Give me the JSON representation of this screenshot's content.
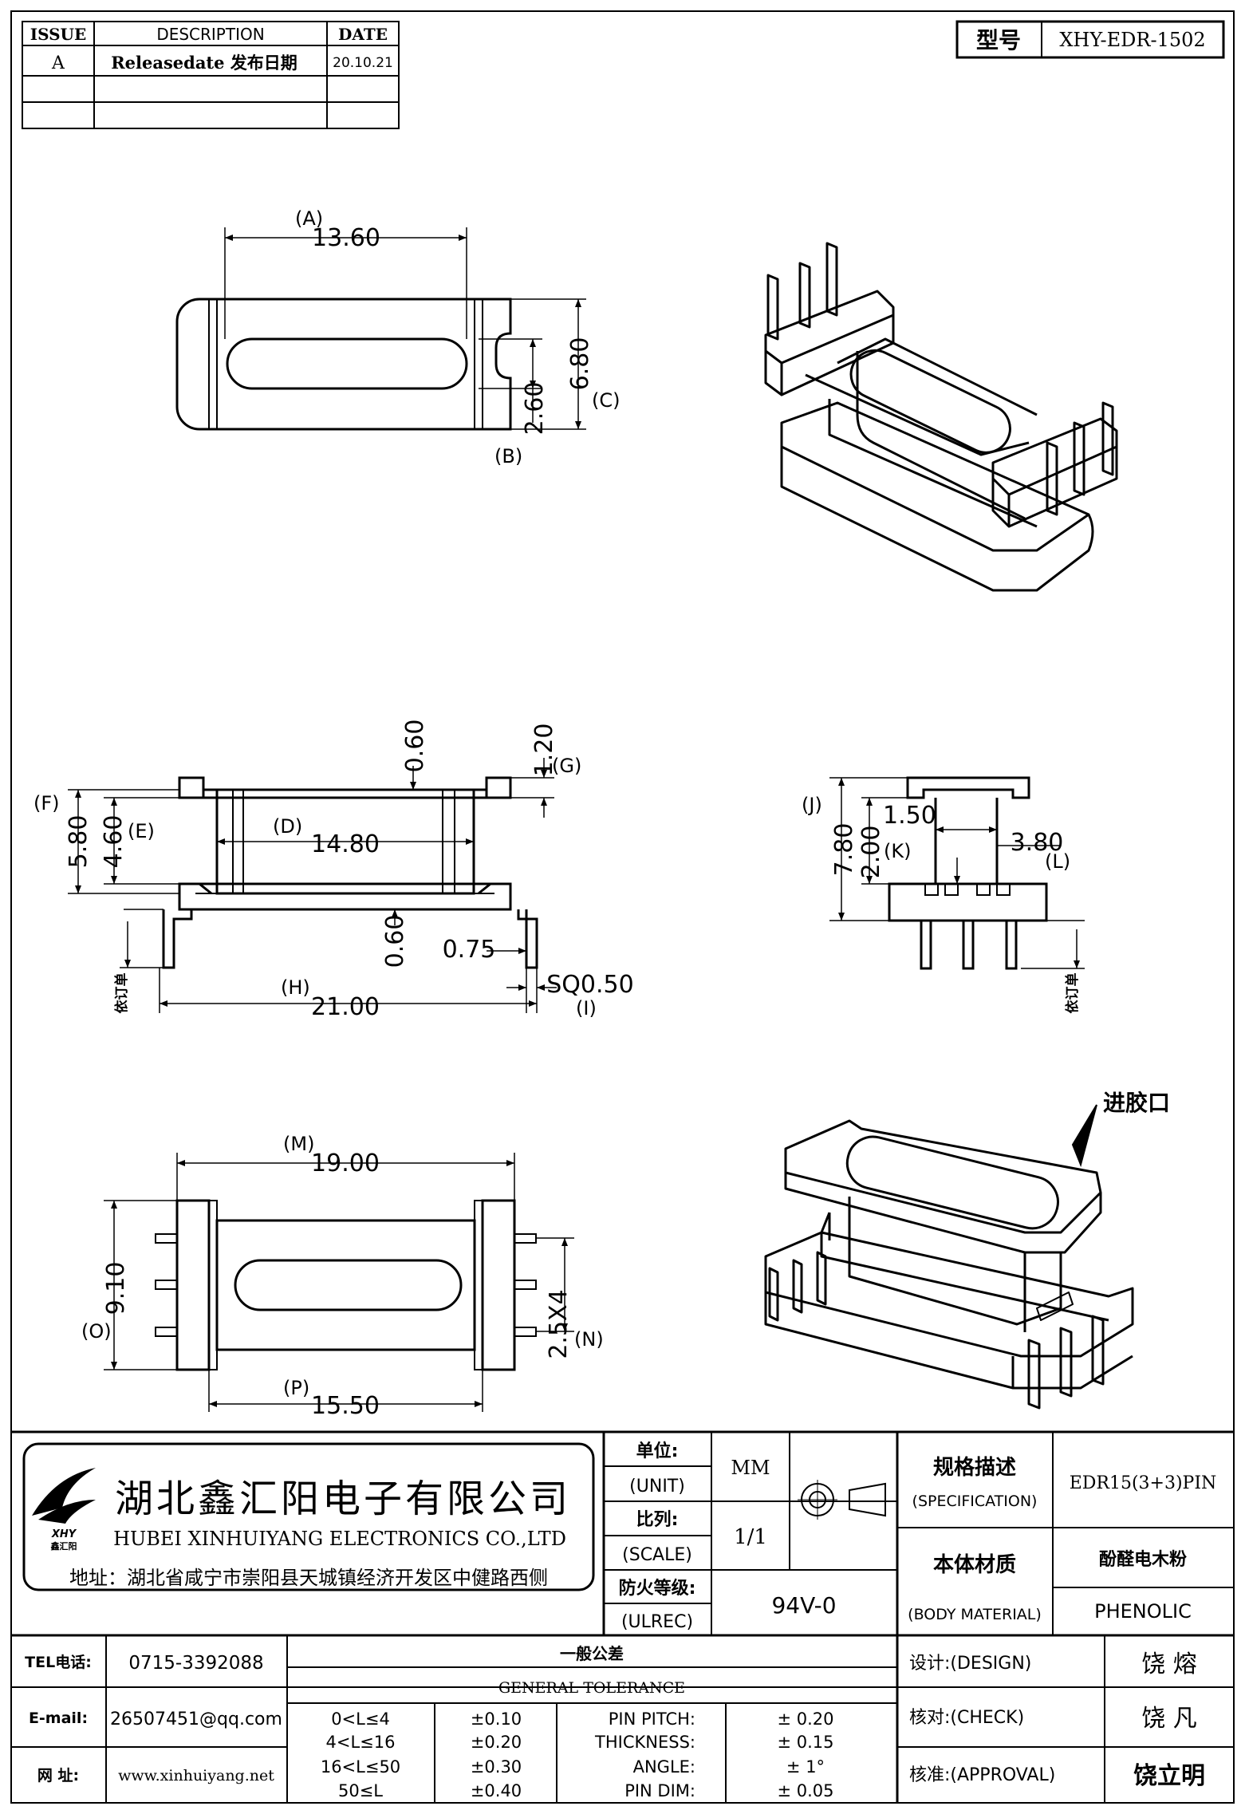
{
  "revision": {
    "headers": [
      "ISSUE",
      "DESCRIPTION",
      "DATE"
    ],
    "rows": [
      [
        "A",
        "Releasedate 发布日期",
        "20.10.21"
      ],
      [
        "",
        "",
        ""
      ],
      [
        "",
        "",
        ""
      ]
    ]
  },
  "model": {
    "label": "型号",
    "value": "XHY-EDR-1502"
  },
  "views": {
    "top": {
      "A": "(A)",
      "A_val": "13.60",
      "B": "(B)",
      "B_val": "2.60",
      "C": "(C)",
      "C_val": "6.80"
    },
    "front": {
      "D": "(D)",
      "D_val": "14.80",
      "E": "(E)",
      "E_val": "4.60",
      "F": "(F)",
      "F_val": "5.80",
      "G": "(G)",
      "G_val": "1.20",
      "t1": "0.60",
      "t2": "0.60",
      "t3": "0.75",
      "H": "(H)",
      "H_val": "21.00",
      "I": "(I)",
      "I_val": "SQ0.50",
      "pin_note": "依订单"
    },
    "side": {
      "J": "(J)",
      "J_val": "1.50",
      "K": "(K)",
      "K_val": "2.00",
      "L": "(L)",
      "L_val": "3.80",
      "total": "7.80",
      "pin_note": "依订单"
    },
    "bottom": {
      "M": "(M)",
      "M_val": "19.00",
      "N": "(N)",
      "N_val": "2.5X4",
      "O": "(O)",
      "O_val": "9.10",
      "P": "(P)",
      "P_val": "15.50"
    },
    "gate": "进胶口"
  },
  "title_block": {
    "company_cn": "湖北鑫汇阳电子有限公司",
    "company_en": "HUBEI XINHUIYANG ELECTRONICS CO.,LTD",
    "logo_text": "XHY",
    "logo_sub": "鑫汇阳",
    "address": "地址：湖北省咸宁市崇阳县天城镇经济开发区中健路西侧",
    "unit_cn": "单位:",
    "unit_en": "(UNIT)",
    "unit_val": "MM",
    "scale_cn": "比列:",
    "scale_en": "(SCALE)",
    "scale_val": "1/1",
    "ul_cn": "防火等级:",
    "ul_en": "(ULREC)",
    "ul_val": "94V-0",
    "spec_cn": "规格描述",
    "spec_en": "(SPECIFICATION)",
    "spec_val": "EDR15(3+3)PIN",
    "mat_cn": "本体材质",
    "mat_en": "(BODY MATERIAL)",
    "mat_cn_val": "酚醛电木粉",
    "mat_en_val": "PHENOLIC",
    "tel_label": "TEL电话:",
    "tel": "0715-3392088",
    "email_label": "E-mail:",
    "email": "26507451@qq.com",
    "web_label": "网  址:",
    "web": "www.xinhuiyang.net",
    "tol_cn": "一般公差",
    "tol_en": "GENERAL TOLERANCE",
    "tol_rows": [
      [
        "0<L≤4",
        "±0.10"
      ],
      [
        "4<L≤16",
        "±0.20"
      ],
      [
        "16<L≤50",
        "±0.30"
      ],
      [
        "50≤L",
        "±0.40"
      ]
    ],
    "tol_items": [
      [
        "PIN PITCH:",
        "± 0.20"
      ],
      [
        "THICKNESS:",
        "± 0.15"
      ],
      [
        "ANGLE:",
        "± 1°"
      ],
      [
        "PIN DIM:",
        "± 0.05"
      ]
    ],
    "design_label": "设计:(DESIGN)",
    "design": "饶  熔",
    "check_label": "核对:(CHECK)",
    "check": "饶  凡",
    "approval_label": "核准:(APPROVAL)",
    "approval": "饶立明"
  }
}
